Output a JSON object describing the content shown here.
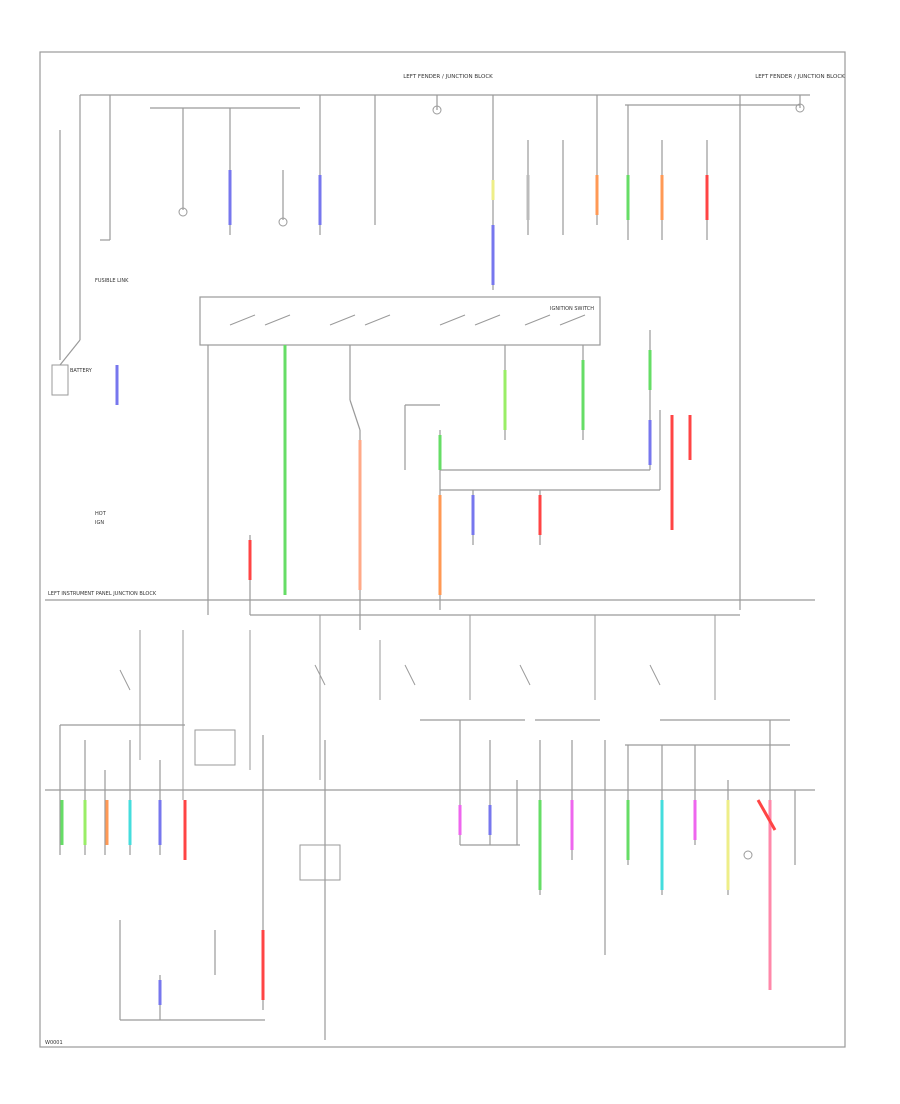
{
  "diagram": {
    "header_center_label": "LEFT FENDER / JUNCTION BLOCK",
    "header_right_label": "LEFT FENDER / JUNCTION BLOCK",
    "fusible_link_label": "FUSIBLE LINK",
    "battery_label": "BATTERY",
    "ignition_switch_label": "IGNITION SWITCH",
    "mid_divider_label": "LEFT INSTRUMENT PANEL JUNCTION BLOCK",
    "legend_hot": "HOT",
    "legend_ign": "IGN",
    "bottom_left_code": "W0001"
  },
  "colors": {
    "line": "#9a9a9a",
    "green": "#66dd66",
    "blue": "#7777ee",
    "orange": "#ff9955",
    "red": "#ff4444",
    "pink": "#ee66ee",
    "cyan": "#44dddd",
    "yellow": "#eeee88",
    "light_green": "#99ee66"
  }
}
